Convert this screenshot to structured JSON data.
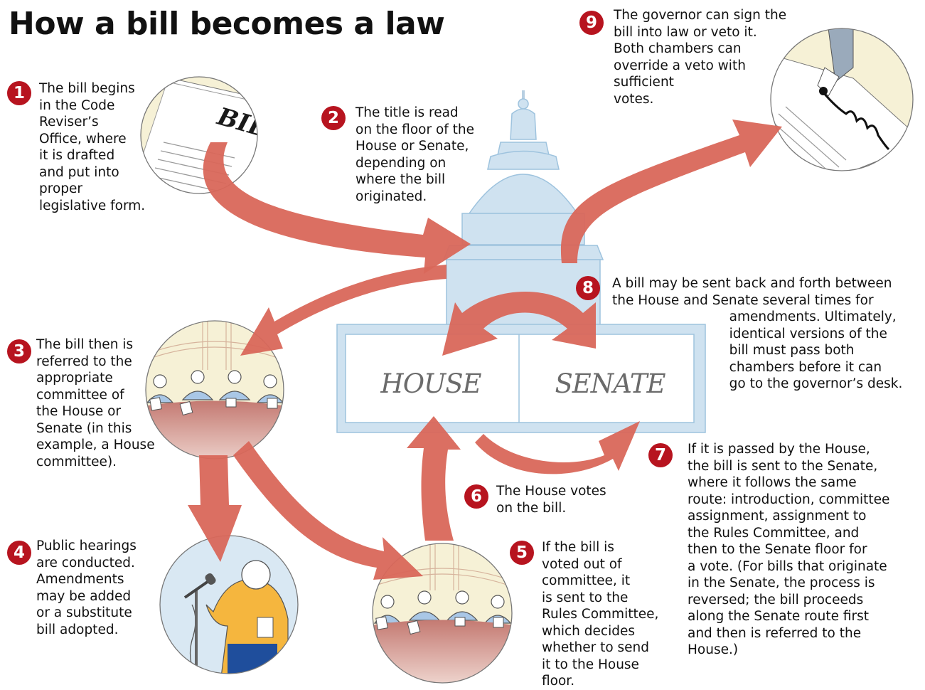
{
  "title": "How a bill becomes a law",
  "chambers": {
    "house": "HOUSE",
    "senate": "SENATE"
  },
  "bill_label": "BILL",
  "colors": {
    "arrow": "#d9675a",
    "badge": "#b7141f",
    "capitol": "#cfe2f0",
    "outline": "#9ec3de"
  },
  "steps": [
    {
      "number": "1",
      "text": "The bill begins\nin the Code\nReviser’s\nOffice, where\nit is drafted\nand put into\nproper\nlegislative form."
    },
    {
      "number": "2",
      "text": "The title is read\non the floor of the\nHouse or Senate,\ndepending on\nwhere the bill\noriginated."
    },
    {
      "number": "3",
      "text": "The bill then is\nreferred to the\nappropriate\ncommittee of\nthe House or\nSenate (in this\nexample, a House\ncommittee)."
    },
    {
      "number": "4",
      "text": "Public hearings\nare conducted.\nAmendments\nmay be added\nor a substitute\nbill adopted."
    },
    {
      "number": "5",
      "text": "If the bill is\nvoted out of\ncommittee, it\nis sent to the\nRules Committee,\nwhich decides\nwhether to send\nit to the House\nfloor."
    },
    {
      "number": "6",
      "text": "The House votes\non the bill."
    },
    {
      "number": "7",
      "text": "If it is passed by the House,\nthe bill is sent to the Senate,\nwhere it follows the same\nroute: introduction, committee\nassignment, assignment to\nthe Rules Committee, and\nthen to the Senate floor for\na vote. (For bills that originate\nin the Senate, the process is\nreversed; the bill proceeds\nalong the Senate route first\nand then is referred to the\nHouse.)"
    },
    {
      "number": "8",
      "text": "A bill may be sent back and forth between\nthe House and Senate several times for\n                            amendments. Ultimately,\n                            identical versions of the\n                            bill must pass both\n                            chambers before it can\n                            go to the governor’s desk."
    },
    {
      "number": "9",
      "text": "The governor can sign the\nbill into law or veto it.\nBoth chambers can\noverride a veto with\nsufficient\nvotes."
    }
  ]
}
